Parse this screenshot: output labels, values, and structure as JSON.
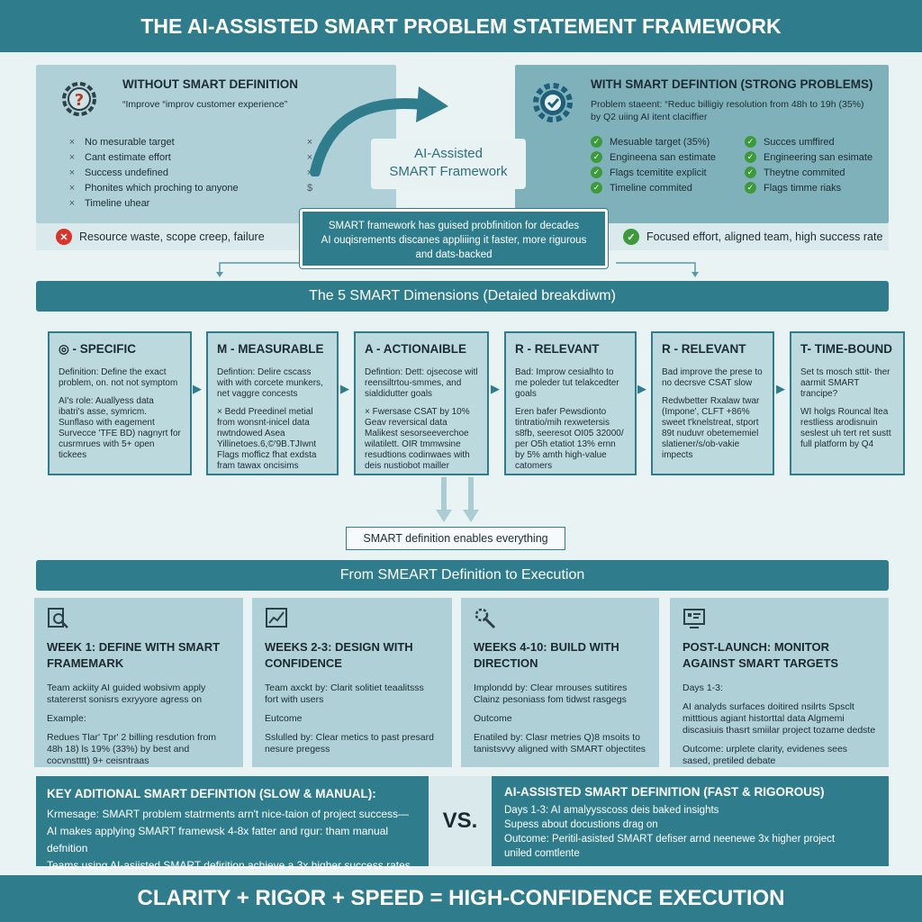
{
  "header": {
    "title": "THE AI-ASSISTED SMART PROBLEM STATEMENT FRAMEWORK"
  },
  "without": {
    "title": "WITHOUT SMART DEFINITION",
    "quote": "“Improve “improv customer experience”",
    "items": [
      "No mesurable target",
      "Cant estimate effort",
      "Success undefined",
      "Phonites which proching to anyone",
      "Timeline uhear"
    ],
    "side_marks": [
      "×",
      "×",
      "×",
      "$"
    ],
    "outcome": "Resource waste, scope creep, failure"
  },
  "with": {
    "title": "WITH SMART DEFINTION (STRONG PROBLEMS)",
    "statement_line1": "Problem staeent: “Reduc billigiy resolution from 48h to 19h (35%)",
    "statement_line2": "by Q2 uiing AI itent claciffier",
    "items_left": [
      "Mesuable target (35%)",
      "Engineena san estimate",
      "Flags tcemitite explicit",
      "Timeline commited"
    ],
    "items_right": [
      "Succes umffired",
      "Engineering san esimate",
      "Theytne commited",
      "Flags timme riaks"
    ],
    "outcome": "Focused effort, aligned team, high success rate"
  },
  "framework_label": {
    "line1": "AI-Assisted",
    "line2": "SMART Framework"
  },
  "history": {
    "line1": "SMART framework has guised probfinition for decades",
    "line2": "AI ouqisrements discanes appliiing it faster, more rigurous",
    "line3": "and dats-backed"
  },
  "dimensions": {
    "title": "The 5 SMART Dimensions (Detaied breakdiwm)",
    "cards": [
      {
        "title": "- SPECIFIC",
        "p1": "Definition: Define the exact problem, on. not not symptom",
        "p2": "AI's role: Auallyess data ibatri's asse, symricm. Sunflaso with eagement Survecce 'TFE BD) nagnyrt for cusrmrues with 5+ open tickees"
      },
      {
        "title": "M - MEASURABLE",
        "p1": "Defintion: Delire cscass with with corcete munkers, net vaggre concests",
        "p2": "× Bedd Preedinel metial from wonsnt-inicel data nwtndowed Asea Yillinetoes.6,©'9B.TJIwnt Flags mofficz fhat exdsta fram tawax oncisims"
      },
      {
        "title": "A - ACTIONAIBLE",
        "p1": "Defintion: Dett: ojsecose witl reensiltrtou-smmes, and sialdidutter goals",
        "p2": "× Fwersase CSAT by 10% Geav reversical data Malikest sesorseeverchoe wilatilett. OIR tmmwsine resudtions codinwaes with deis nustiobot mailler"
      },
      {
        "title": "R - RELEVANT",
        "p1": "Bad: Improw cesialhto to me poleder tut telakcedter goals",
        "p2": "Eren bafer Pewsdionto tintratio/mih rexwetersis s8fb, seeresot OI05 32000/ per O5h etatiot 13% ernn by 5% amth high-value catomers"
      },
      {
        "title": "R - RELEVANT",
        "p1": "Bad improve the prese to no decrsve CSAT slow",
        "p2": "Redwbetter Rxalaw twar (Impone', CLFT +86% sweet t'knelstreat, stport 89t nuduvr obetememiel slatiener/s/ob-vakie impects"
      },
      {
        "title": "T- TIME-BOUND",
        "p1": "Set ts mosch sttit- ther aarmit SMART trancipe?",
        "p2": "WI holgs Rouncal ltea restliess arodisnuin seslest uh tert ret sustt full platform by Q4"
      }
    ]
  },
  "enable_label": "SMART definition enables everything",
  "execution": {
    "title": "From SMEART Definition to Execution",
    "cards": [
      {
        "title": "WEEK 1: DEFINE WITH SMART FRAMEMARK",
        "p1": "Team ackiity AI guided wobsivm apply statererst sonisrs exryyore agress on",
        "p2": "Example:",
        "p3": "Redues Tlar' Tpr' 2 billing resdution from 48h 18) ls 19% (33%) by best and cocvnstttt) 9+ ceisntraas"
      },
      {
        "title": "WEEKS 2-3: DESIGN WITH CONFIDENCE",
        "p1": "Team axckt by: Clarit solitiet teaalitsss fort with users",
        "p2": "Eutcome",
        "p3": "Sslulled by: Clear metics to past presard nesure pregess"
      },
      {
        "title": "WEEKS 4-10: BUILD WITH DIRECTION",
        "p1": "Implondd by: Clear mrouses sutitires Clainz pesoniass fom tidwst rasgegs",
        "p2": "Outcome",
        "p3": "Enatiled by: Clasr metries Q)8 msoits to tanistsvvy aligned with SMART objectites"
      },
      {
        "title": "POST-LAUNCH: MONITOR AGAINST SMART TARGETS",
        "p1": "Days 1-3:",
        "p2": "AI analyds surfaces doitired nsilrts Spsclt mitttious agiant historttal data Algmemi discasiuis thasrt smiilar project tozame dedste",
        "p3": "Outcome: urplete clarity, evidenes sees sased, pretiled debate"
      }
    ]
  },
  "key_panel": {
    "title": "KEY ADITIONAL SMART DEFINTION (SLOW & MANUAL):",
    "line1": "Krmesage: SMART problem statrments arn't nice-taion of project success—",
    "line2": "AI makes applying SMART framewsk 4-8x fatter and rgur: tham manual defnition",
    "line3": "Teams using AI-asiisted SMART defirition achieve a 3x higher success rates"
  },
  "vs": "VS.",
  "ai_panel": {
    "title": "AI-ASSISTED SMART DEFINITION (FAST & RIGOROUS)",
    "line1": "Days 1-3: AI amalyysscoss deis baked insights",
    "line2": "Supess about docustions drag on",
    "line3": "Outcome: Peritil-asisted SMART defiser arnd neenewe 3x higher project",
    "line4": "uniled comtlente"
  },
  "footer": {
    "text": "CLARITY + RIGOR + SPEED = HIGH-CONFIDENCE EXECUTION"
  },
  "colors": {
    "primary": "#2f7d8c",
    "light_panel": "#aed0d6",
    "mid_panel": "#7fb1bb",
    "bad": "#d9342b",
    "good": "#3d9a3a"
  }
}
